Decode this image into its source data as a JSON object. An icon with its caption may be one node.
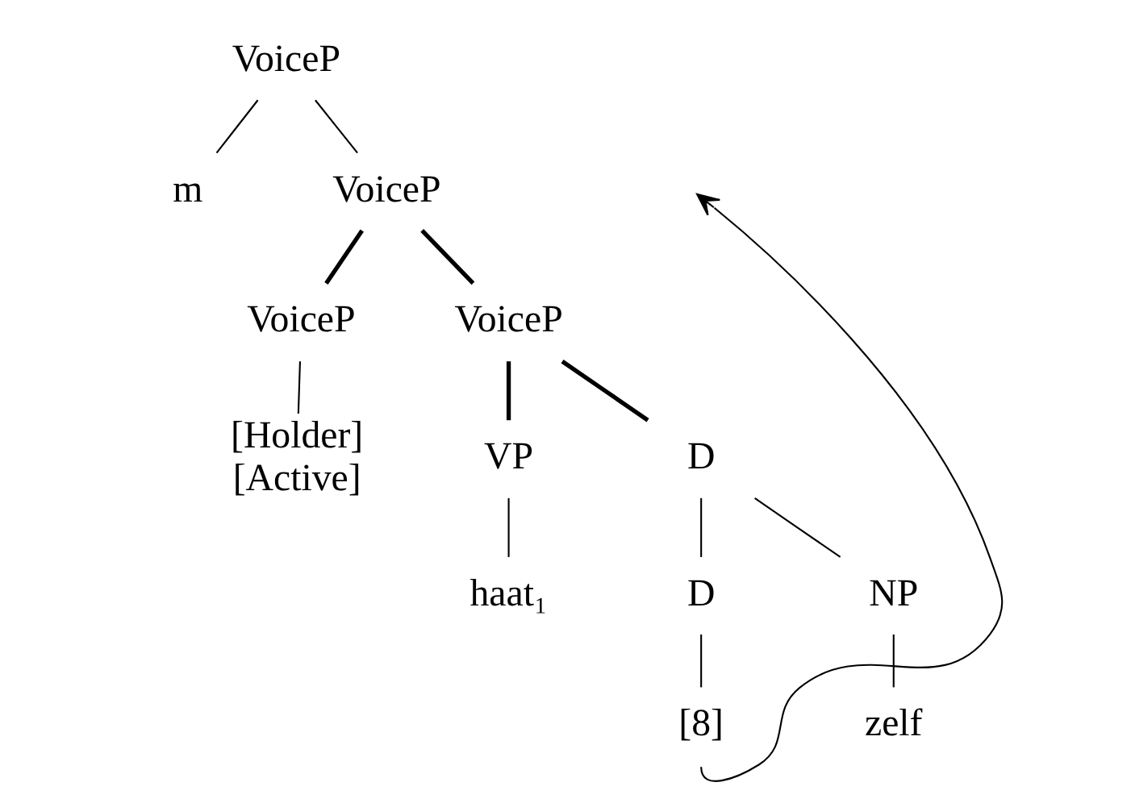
{
  "diagram": {
    "nodes": [
      {
        "text": [
          "VoiceP"
        ]
      },
      {
        "text": [
          "m"
        ]
      },
      {
        "text": [
          "VoiceP"
        ]
      },
      {
        "text": [
          "VoiceP"
        ]
      },
      {
        "text": [
          "[Holder]",
          "[Active]"
        ]
      },
      {
        "text": [
          "VoiceP"
        ]
      },
      {
        "text": [
          "VP"
        ]
      },
      {
        "text": [
          "D"
        ]
      },
      {
        "text": [
          "haat₁"
        ]
      },
      {
        "text": [
          "D"
        ]
      },
      {
        "text": [
          "NP"
        ]
      },
      {
        "text": [
          "[8]"
        ]
      },
      {
        "text": [
          "zelf"
        ]
      }
    ],
    "edges": [
      {
        "from": 0,
        "to": 1,
        "arrow": "none"
      },
      {
        "from": 0,
        "to": 2,
        "arrow": "none"
      },
      {
        "from": 2,
        "to": 3,
        "arrow": "none",
        "style": "thick"
      },
      {
        "from": 2,
        "to": 5,
        "arrow": "none",
        "style": "thick"
      },
      {
        "from": 3,
        "to": 4,
        "arrow": "none"
      },
      {
        "from": 5,
        "to": 6,
        "arrow": "none",
        "style": "thick"
      },
      {
        "from": 5,
        "to": 7,
        "arrow": "none",
        "style": "thick"
      },
      {
        "from": 6,
        "to": 8,
        "arrow": "none"
      },
      {
        "from": 7,
        "to": 9,
        "arrow": "none"
      },
      {
        "from": 7,
        "to": 10,
        "arrow": "none"
      },
      {
        "from": 9,
        "to": 11,
        "arrow": "none"
      },
      {
        "from": 10,
        "to": 12,
        "arrow": "none"
      },
      {
        "from": 11,
        "to": null,
        "arrow": "to"
      }
    ]
  }
}
